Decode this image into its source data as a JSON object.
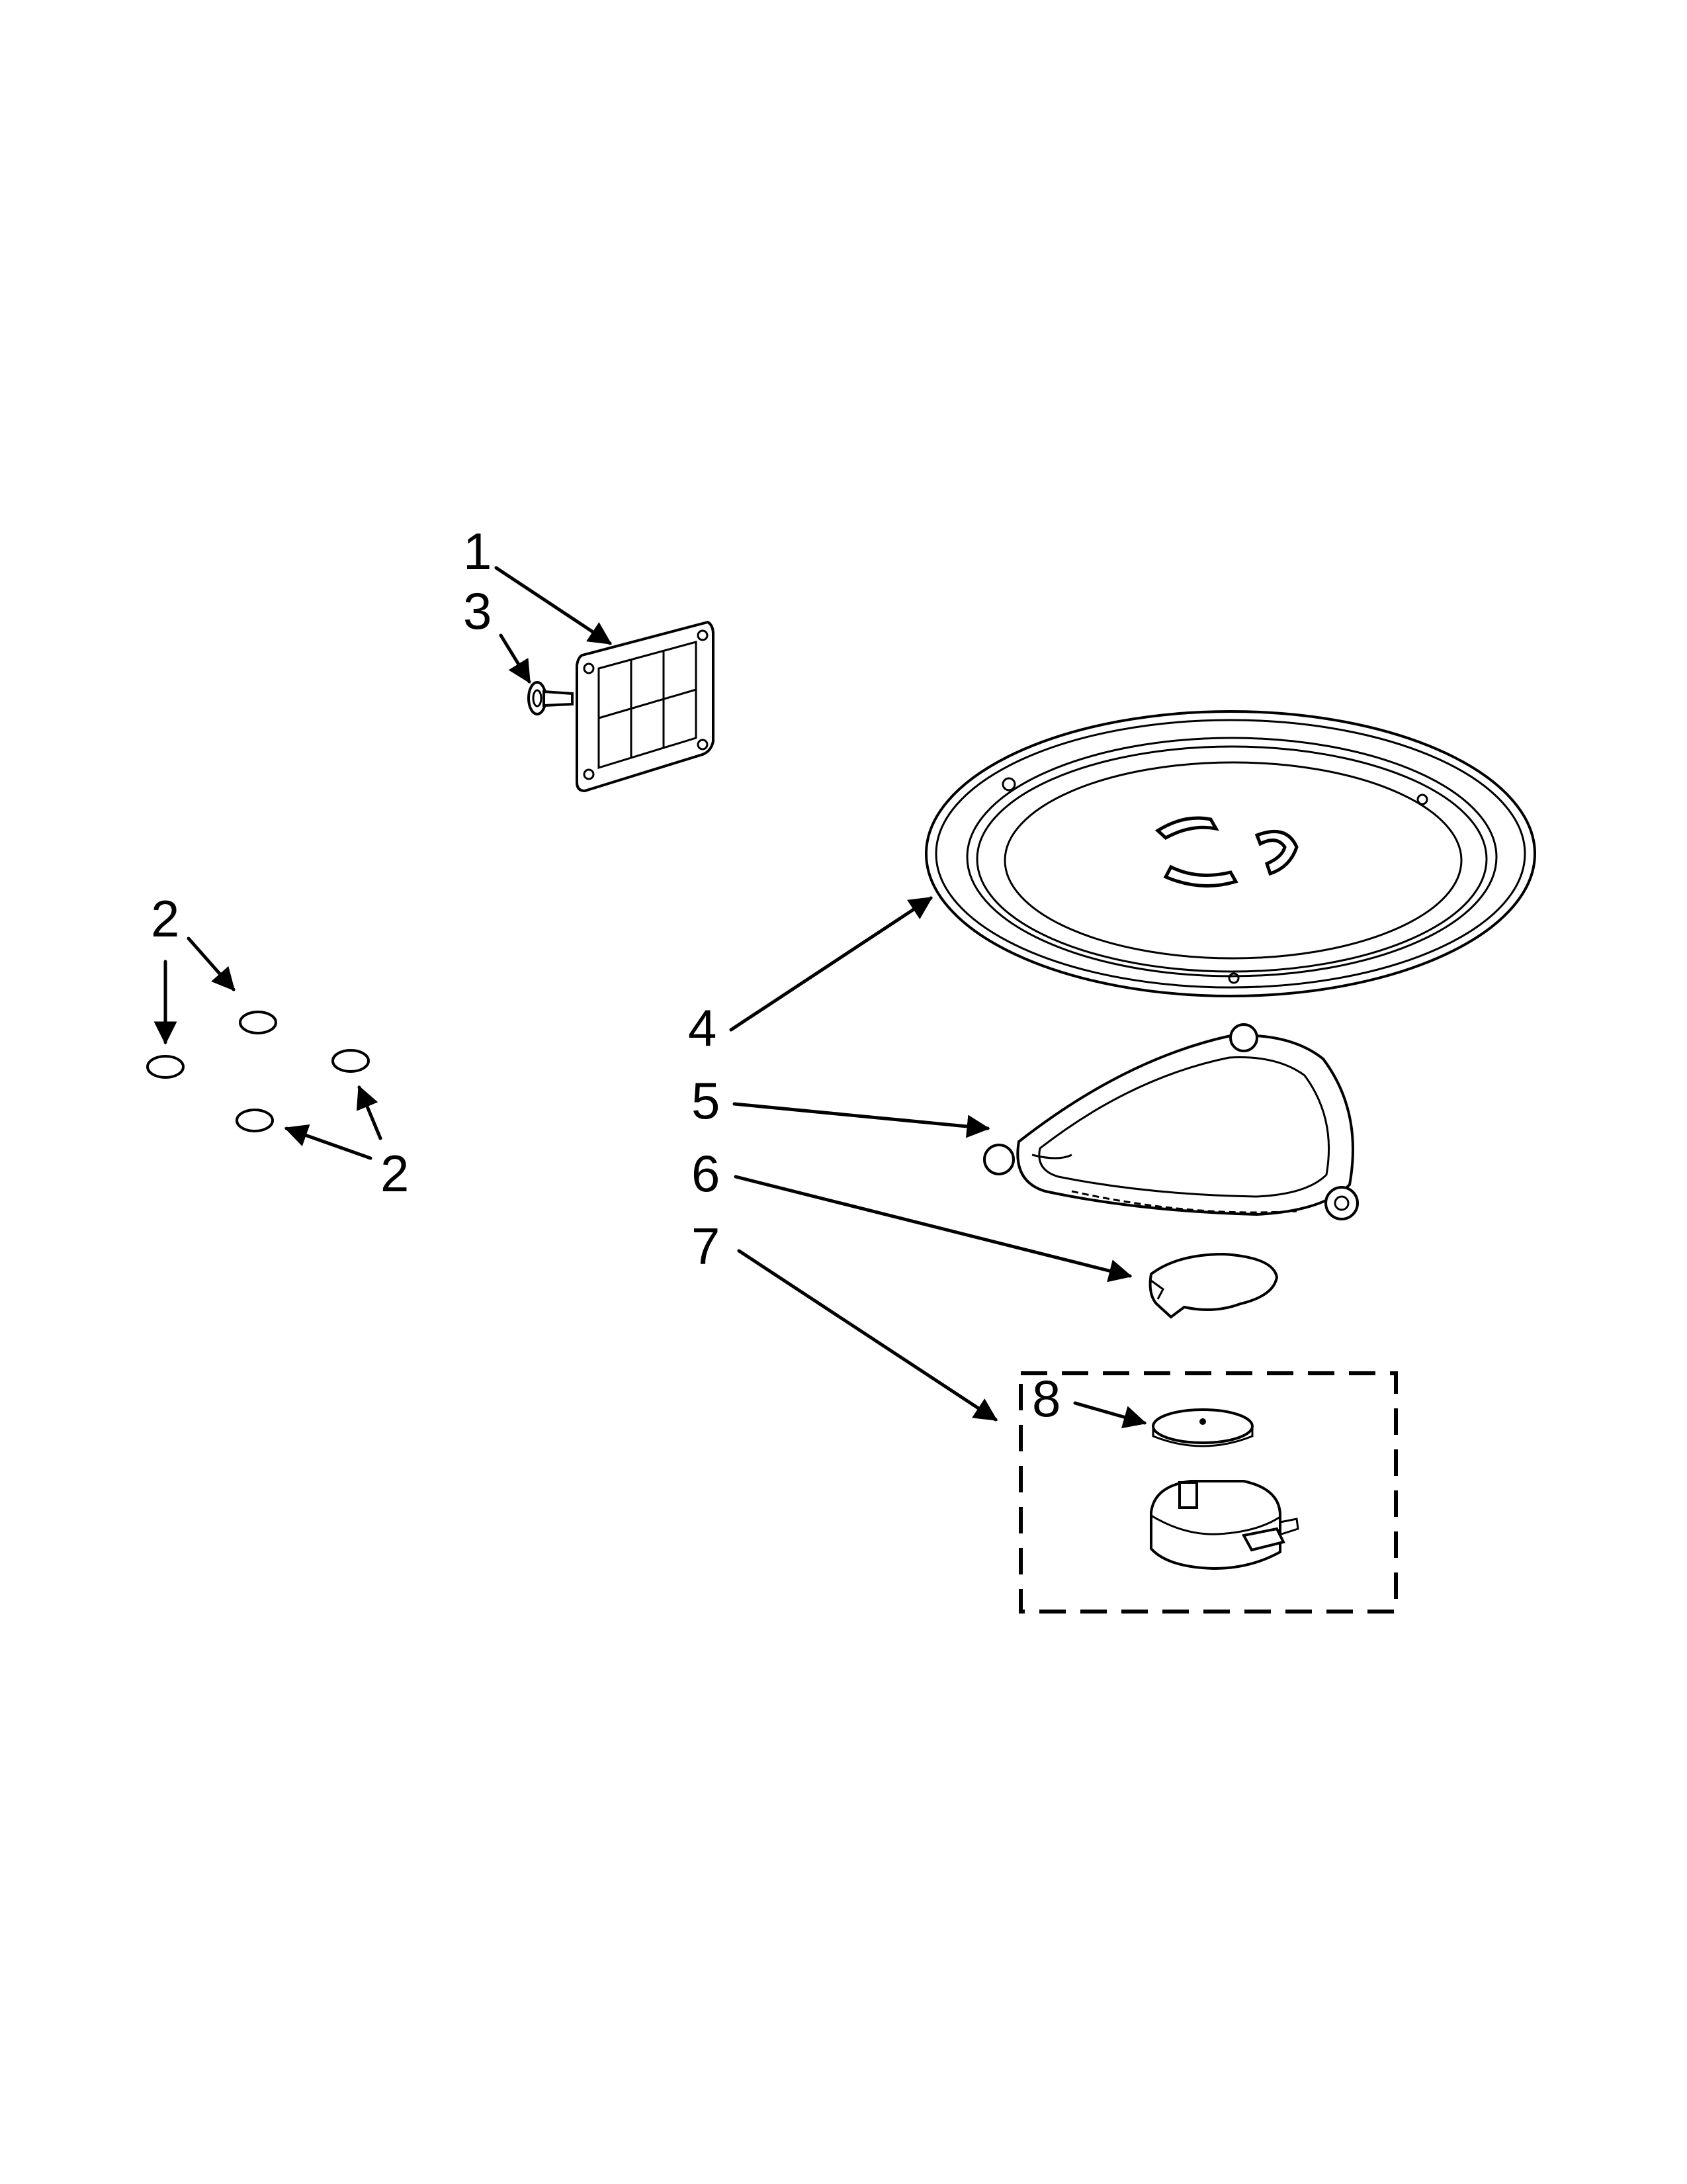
{
  "diagram": {
    "callouts": {
      "c1": "1",
      "c3": "3",
      "c2a": "2",
      "c2b": "2",
      "c4": "4",
      "c5": "5",
      "c6": "6",
      "c7": "7",
      "c8": "8"
    },
    "colors": {
      "line": "#000000",
      "background": "#ffffff"
    }
  }
}
